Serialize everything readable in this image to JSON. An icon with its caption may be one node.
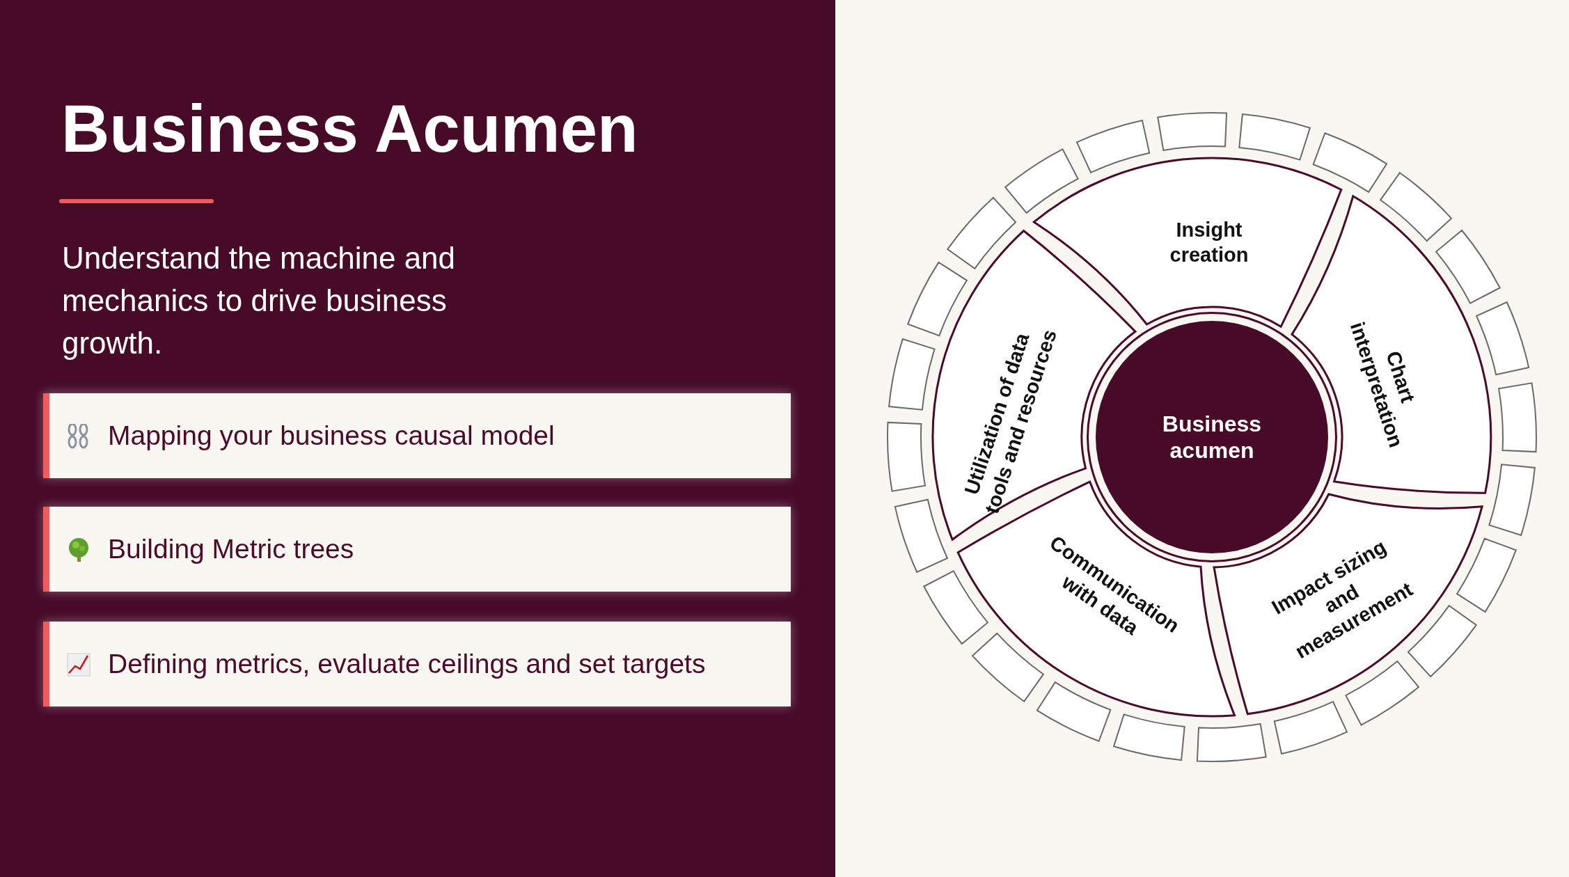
{
  "diagram": {
    "title": "Business Acumen",
    "nodes": [
      {
        "text": [
          "Mapping your business causal model"
        ]
      },
      {
        "text": [
          "Building Metric trees"
        ]
      },
      {
        "text": [
          "Defining metrics, evaluate ceilings and set targets"
        ]
      },
      {
        "text": [
          "Business acumen"
        ]
      },
      {
        "text": [
          "Insight creation"
        ]
      },
      {
        "text": [
          "Chart interpretation"
        ]
      },
      {
        "text": [
          "Impact sizing and measurement"
        ]
      },
      {
        "text": [
          "Communication with data"
        ]
      },
      {
        "text": [
          "Utilization of data tools and resources"
        ]
      }
    ],
    "edges": [],
    "labels": [
      "Understand the machine and mechanics to drive business growth."
    ]
  }
}
